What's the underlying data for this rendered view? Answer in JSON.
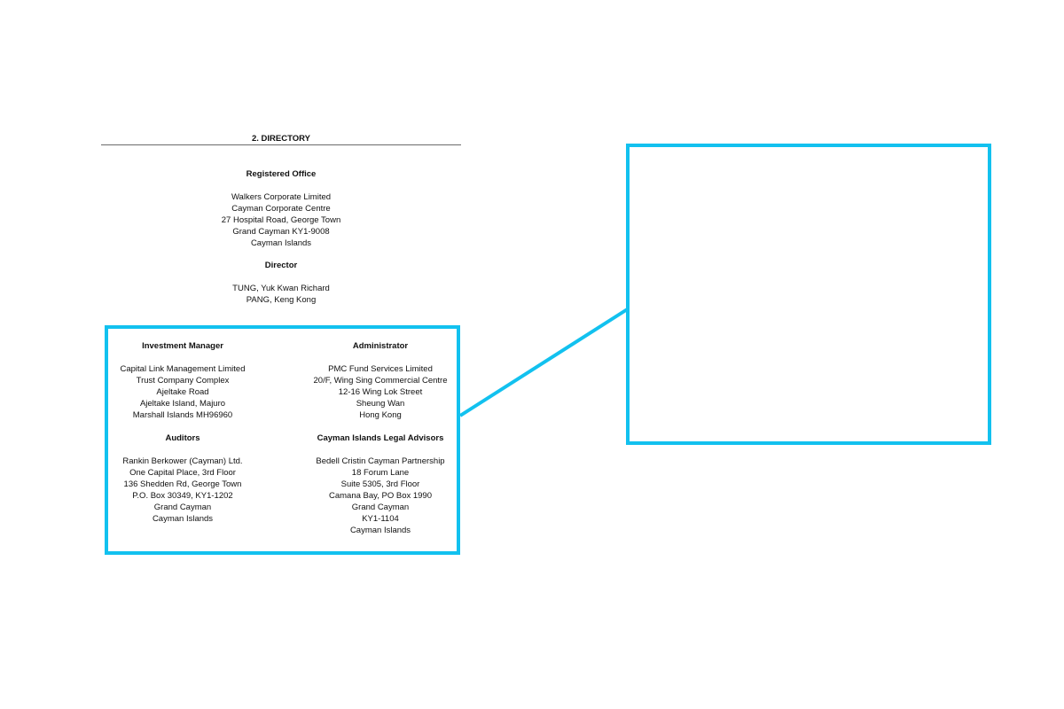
{
  "section": {
    "heading": "2.   DIRECTORY"
  },
  "registered_office": {
    "title": "Registered Office",
    "lines": [
      "Walkers Corporate Limited",
      "Cayman Corporate Centre",
      "27 Hospital Road, George Town",
      "Grand Cayman KY1-9008",
      "Cayman Islands"
    ]
  },
  "director": {
    "title": "Director",
    "lines": [
      "TUNG, Yuk Kwan Richard",
      "PANG, Keng Kong"
    ]
  },
  "investment_manager": {
    "title": "Investment Manager",
    "lines": [
      "Capital Link Management Limited",
      "Trust Company Complex",
      "Ajeltake Road",
      "Ajeltake Island, Majuro",
      "Marshall Islands MH96960"
    ]
  },
  "administrator": {
    "title": "Administrator",
    "lines": [
      "PMC Fund Services Limited",
      "20/F, Wing Sing Commercial Centre",
      "12-16 Wing Lok Street",
      "Sheung Wan",
      "Hong Kong"
    ]
  },
  "auditors": {
    "title": "Auditors",
    "lines": [
      "Rankin Berkower (Cayman) Ltd.",
      "One Capital Place, 3rd Floor",
      "136 Shedden Rd, George Town",
      "P.O.  Box 30349, KY1-1202",
      "Grand Cayman",
      "Cayman Islands"
    ]
  },
  "legal_advisors": {
    "title": "Cayman Islands Legal Advisors",
    "lines": [
      "Bedell Cristin Cayman Partnership",
      "18 Forum Lane",
      "Suite 5305, 3rd Floor",
      "Camana Bay, PO Box 1990",
      "Grand Cayman",
      "KY1-1104",
      "Cayman Islands"
    ]
  },
  "colors": {
    "highlight": "#12c1ef",
    "rule": "#6b6b6b",
    "text": "#111111"
  }
}
